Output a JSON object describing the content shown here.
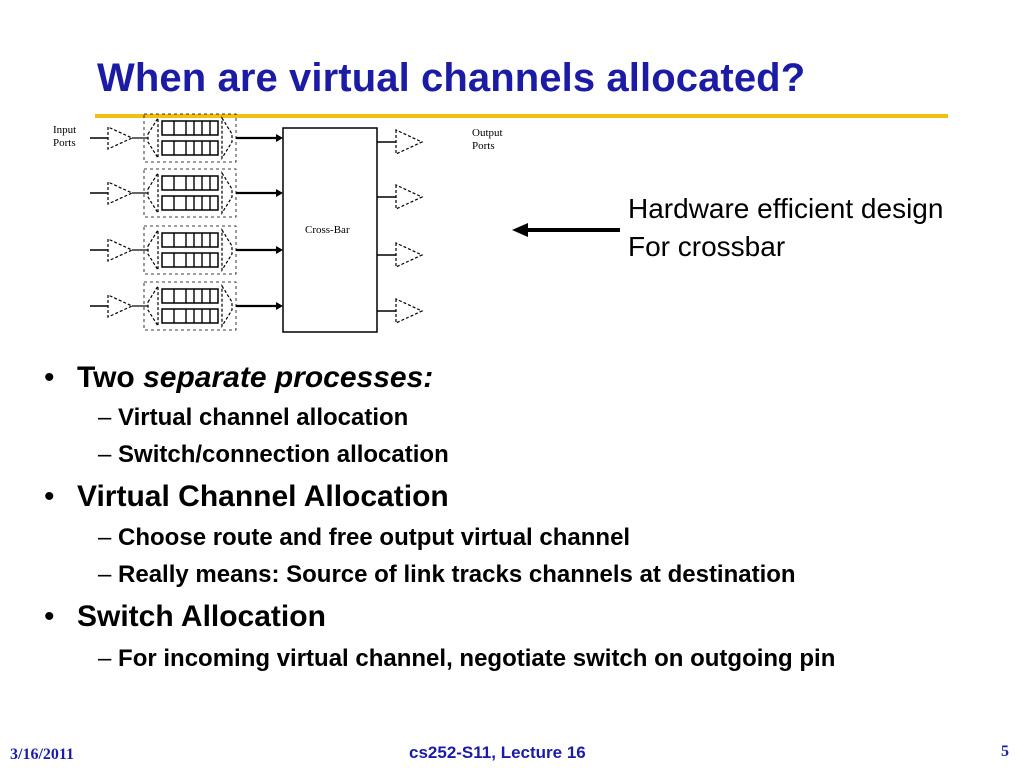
{
  "title": "When are virtual channels allocated?",
  "diagram": {
    "input_label": [
      "Input",
      "Ports"
    ],
    "output_label": [
      "Output",
      "Ports"
    ],
    "crossbar_label": "Cross-Bar"
  },
  "note": {
    "line1": "Hardware efficient design",
    "line2": "For crossbar"
  },
  "bullets": [
    {
      "mark": "•",
      "text": "Two ",
      "emphasis": "separate processes:",
      "subs": [
        {
          "mark": "–",
          "text": "Virtual channel allocation"
        },
        {
          "mark": "–",
          "text": "Switch/connection allocation"
        }
      ]
    },
    {
      "mark": "•",
      "text": "Virtual Channel Allocation",
      "subs": [
        {
          "mark": "–",
          "text": "Choose route and free output virtual channel"
        },
        {
          "mark": "–",
          "text": "Really means: Source of link tracks channels at destination"
        }
      ]
    },
    {
      "mark": "•",
      "text": "Switch Allocation",
      "subs": [
        {
          "mark": "–",
          "text": "For incoming virtual channel, negotiate switch on outgoing pin"
        }
      ]
    }
  ],
  "footer": {
    "date": "3/16/2011",
    "course": "cs252-S11, Lecture 16",
    "page": "5"
  },
  "colors": {
    "title": "#1b1ba6",
    "rule": "#f0c20f",
    "text": "#000000"
  }
}
